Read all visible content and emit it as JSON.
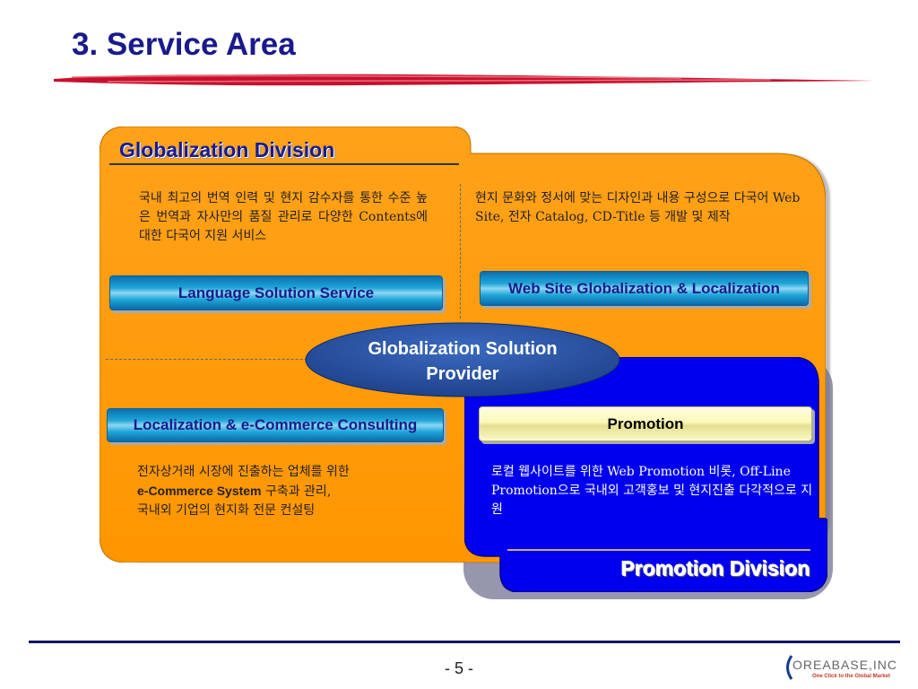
{
  "slide": {
    "title": "3. Service Area",
    "page_number": "- 5 -"
  },
  "globalization": {
    "division_title": "Globalization Division",
    "text_top_left": "국내 최고의 번역 인력 및 현지 감수자를 통한 수준 높은 번역과 자사만의 품질 관리로 다양한 Contents에 대한  다국어 지원 서비스",
    "text_top_right": "현지 문화와 정서에 맞는 디자인과 내용 구성으로 다국어 Web Site, 전자 Catalog, CD-Title 등 개발 및 제작",
    "language_solution": "Language Solution Service",
    "web_site": "Web Site Globalization & Localization",
    "localization": "Localization & e-Commerce Consulting",
    "center_line1": "Globalization Solution",
    "center_line2": "Provider",
    "text_bottom_left_1": "전자상거래 시장에 진출하는 업체를 위한",
    "text_bottom_left_2a": "e-Commerce System",
    "text_bottom_left_2b": " 구축과 관리,",
    "text_bottom_left_3": "국내외 기업의 현지화 전문 컨설팅"
  },
  "promotion": {
    "label": "Promotion",
    "text": "로컬 웹사이트를 위한 Web Promotion 비롯, Off-Line Promotion으로 국내외 고객홍보 및 현지진출 다각적으로 지원",
    "division_title": "Promotion Division"
  },
  "logo": {
    "name": "OREABASE,INC",
    "tagline": "One Click to the Global Market"
  },
  "colors": {
    "title": "#1a1a8c",
    "orange": "#ff9900",
    "blue": "#0000ee",
    "navy_line": "#151562"
  }
}
